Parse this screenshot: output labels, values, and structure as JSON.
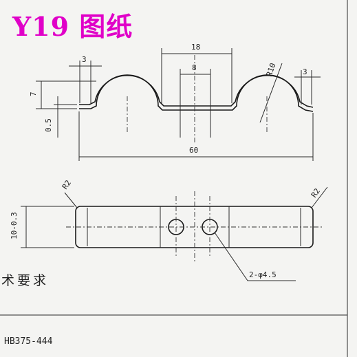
{
  "title": "Y19 图纸",
  "dimensions": {
    "overall_length": "60",
    "pitch": "18",
    "center_gap": "8",
    "flange_left": "3",
    "flange_right": "3",
    "height": "7",
    "thickness": "0.5",
    "radius": "R10",
    "corner_radius_left": "R2",
    "corner_radius_right": "R2",
    "width": "10-0.3",
    "holes": "2-φ4.5"
  },
  "notes": {
    "tech_requirements": "术要求",
    "standard": "HB375-444"
  },
  "colors": {
    "title": "#e000c8",
    "line": "#1a1a1a"
  }
}
